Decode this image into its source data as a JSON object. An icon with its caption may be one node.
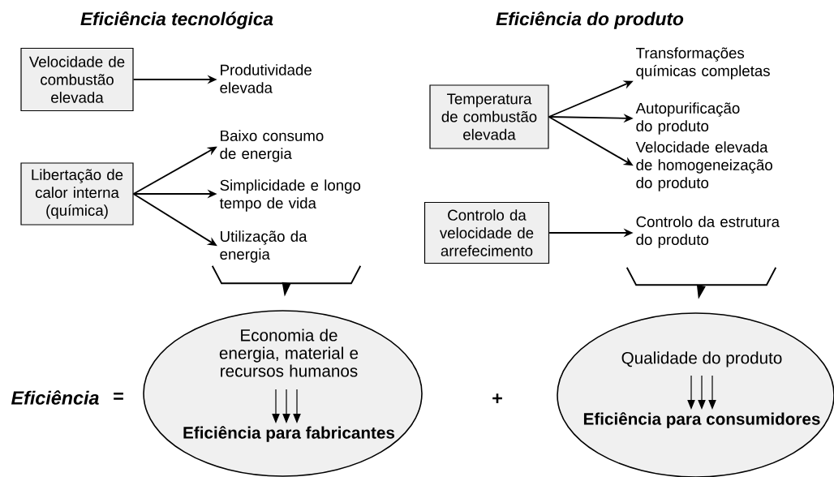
{
  "diagram": {
    "nodes": [
      {
        "text": [
          "Velocidade de combustão elevada"
        ]
      },
      {
        "text": [
          "Produtividade elevada"
        ]
      },
      {
        "text": [
          "Libertação de calor interna (química)"
        ]
      },
      {
        "text": [
          "Baixo consumo de energia"
        ]
      },
      {
        "text": [
          "Simplicidade e longo tempo de vida"
        ]
      },
      {
        "text": [
          "Utilização da energia"
        ]
      },
      {
        "text": [
          "Temperatura de combustão elevada"
        ]
      },
      {
        "text": [
          "Transformações químicas completas"
        ]
      },
      {
        "text": [
          "Autopurificação do produto"
        ]
      },
      {
        "text": [
          "Velocidade elevada de homogeneização do produto"
        ]
      },
      {
        "text": [
          "Controlo da velocidade de arrefecimento"
        ]
      },
      {
        "text": [
          "Controlo da estrutura do produto"
        ]
      },
      {
        "text": [],
        "shape": "bracket"
      },
      {
        "text": [],
        "shape": "bracket"
      },
      {
        "text": [
          "Economia de energia, material e recursos humanos",
          "Eficiência para fabricantes"
        ]
      },
      {
        "text": [
          "Qualidade do produto",
          "Eficiência para consumidores"
        ]
      }
    ],
    "edges": [
      {
        "from": 0,
        "to": 1,
        "arrow": "to"
      },
      {
        "from": 2,
        "to": 3,
        "arrow": "to"
      },
      {
        "from": 2,
        "to": 4,
        "arrow": "to"
      },
      {
        "from": 2,
        "to": 5,
        "arrow": "to"
      },
      {
        "from": 6,
        "to": 7,
        "arrow": "to"
      },
      {
        "from": 6,
        "to": 8,
        "arrow": "to"
      },
      {
        "from": 6,
        "to": 9,
        "arrow": "to"
      },
      {
        "from": 10,
        "to": 11,
        "arrow": "to"
      },
      {
        "from": 12,
        "to": 14,
        "arrow": "to"
      },
      {
        "from": 13,
        "to": 15,
        "arrow": "to"
      }
    ],
    "labels": [
      "Eficiência tecnológica",
      "Eficiência do produto",
      "Eficiência",
      "=",
      "+"
    ]
  }
}
